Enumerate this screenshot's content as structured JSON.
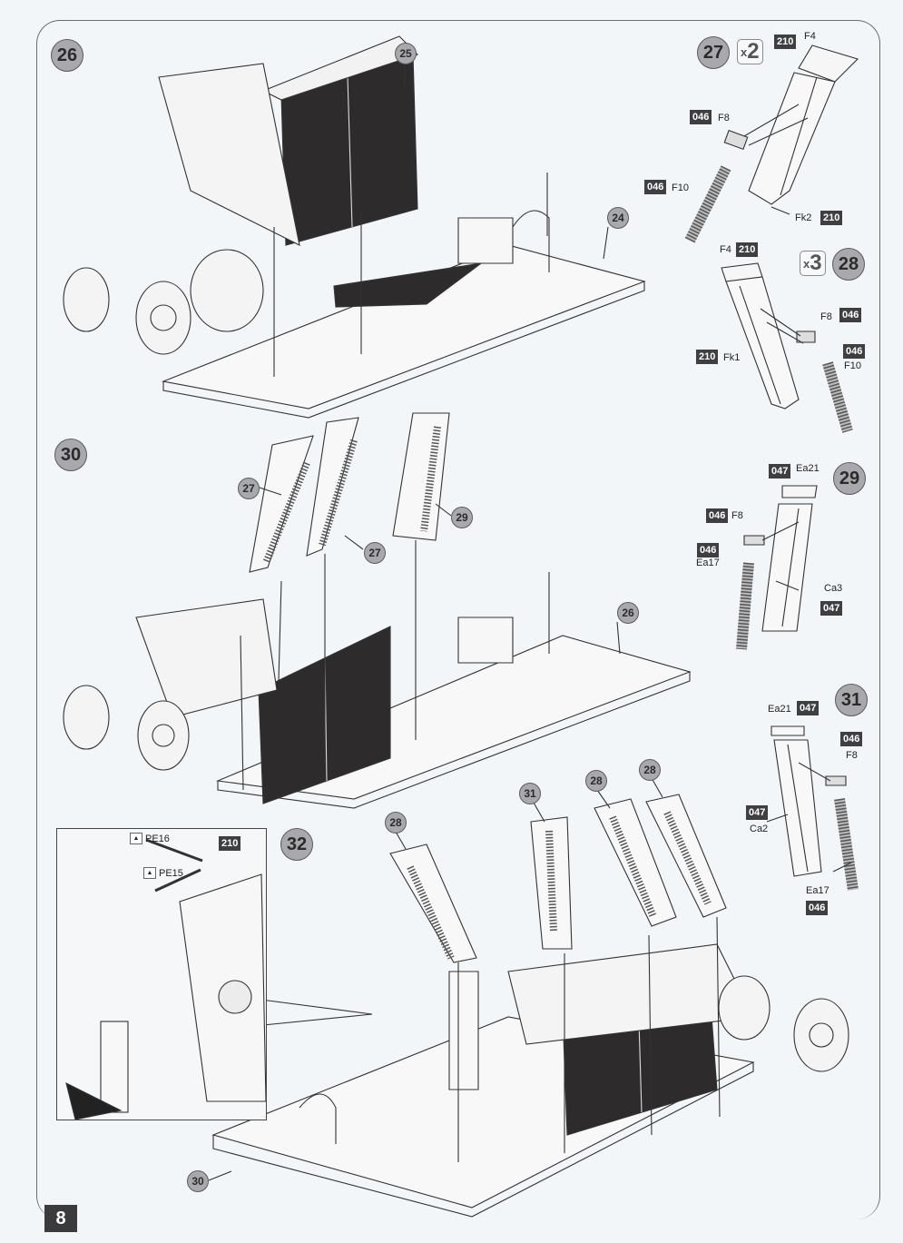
{
  "page": {
    "number": "8"
  },
  "steps": {
    "s26": "26",
    "s27": "27",
    "s28": "28",
    "s29": "29",
    "s30": "30",
    "s31": "31",
    "s32": "32"
  },
  "multipliers": {
    "s27": {
      "x": "x",
      "n": "2"
    },
    "s28": {
      "x": "x",
      "n": "3"
    }
  },
  "step26": {
    "callouts": [
      "25",
      "24"
    ]
  },
  "step27": {
    "parts": [
      {
        "code": "210",
        "part": "F4"
      },
      {
        "code": "046",
        "part": "F8"
      },
      {
        "code": "046",
        "part": "F10"
      },
      {
        "code": "210",
        "part": "Fk2"
      }
    ]
  },
  "step28": {
    "parts": [
      {
        "code": "210",
        "part": "F4"
      },
      {
        "code": "046",
        "part": "F8"
      },
      {
        "code": "046",
        "part": "F10"
      },
      {
        "code": "210",
        "part": "Fk1"
      }
    ]
  },
  "step29": {
    "parts": [
      {
        "code": "047",
        "part": "Ea21"
      },
      {
        "code": "046",
        "part": "F8"
      },
      {
        "code": "046",
        "part": "Ea17"
      },
      {
        "code": "047",
        "part": "Ca3"
      }
    ]
  },
  "step30": {
    "callouts": [
      "27",
      "27",
      "29",
      "26"
    ]
  },
  "step31": {
    "parts": [
      {
        "code": "047",
        "part": "Ea21"
      },
      {
        "code": "046",
        "part": "F8"
      },
      {
        "code": "047",
        "part": "Ca2"
      },
      {
        "code": "046",
        "part": "Ea17"
      }
    ]
  },
  "step32": {
    "callouts": [
      "28",
      "31",
      "28",
      "28",
      "30"
    ],
    "inset": {
      "pe_parts": [
        "PE16",
        "PE15"
      ],
      "code": "210",
      "pe_icon": "photo-etch-icon"
    }
  },
  "colors": {
    "step_circle": "#a9a9ad",
    "code_box": "#3f3f41",
    "panel_fill": "#2e2b2c"
  }
}
